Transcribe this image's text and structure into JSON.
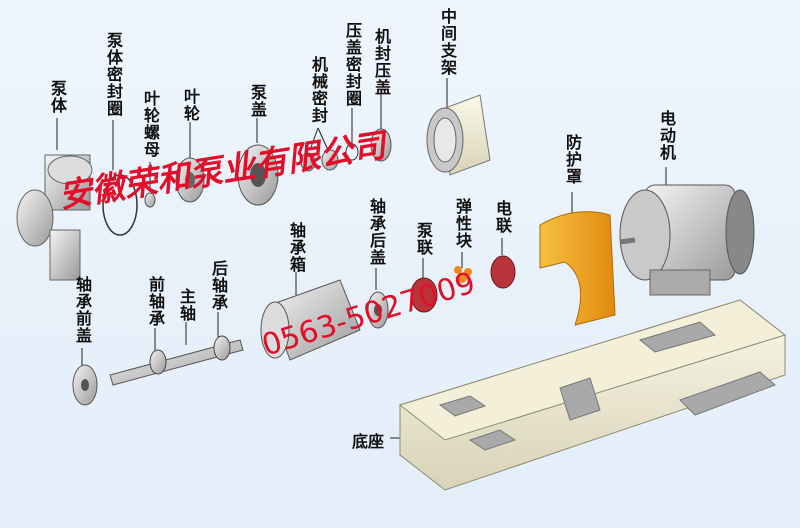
{
  "labels": {
    "pump_body": "泵体",
    "pump_body_seal_ring": "泵体密封圈",
    "impeller_nut": "叶轮螺母",
    "impeller": "叶轮",
    "pump_cover": "泵盖",
    "mechanical_seal": "机械密封",
    "gland_seal_ring": "压盖密封圈",
    "seal_gland": "机封压盖",
    "middle_bracket": "中间支架",
    "guard": "防护罩",
    "motor": "电动机",
    "bearing_front_cover": "轴承前盖",
    "front_bearing": "前轴承",
    "main_shaft": "主轴",
    "rear_bearing": "后轴承",
    "bearing_box": "轴承箱",
    "bearing_rear_cover": "轴承后盖",
    "pump_coupling": "泵联",
    "elastic_block": "弹性块",
    "motor_coupling": "电联",
    "base": "底座"
  },
  "watermark": {
    "company": "安徽荣和泵业有限公司",
    "phone": "0563-5027009"
  },
  "colors": {
    "watermark": "#e0102a",
    "guard": "#f0a82a",
    "coupling": "#b8343a"
  }
}
